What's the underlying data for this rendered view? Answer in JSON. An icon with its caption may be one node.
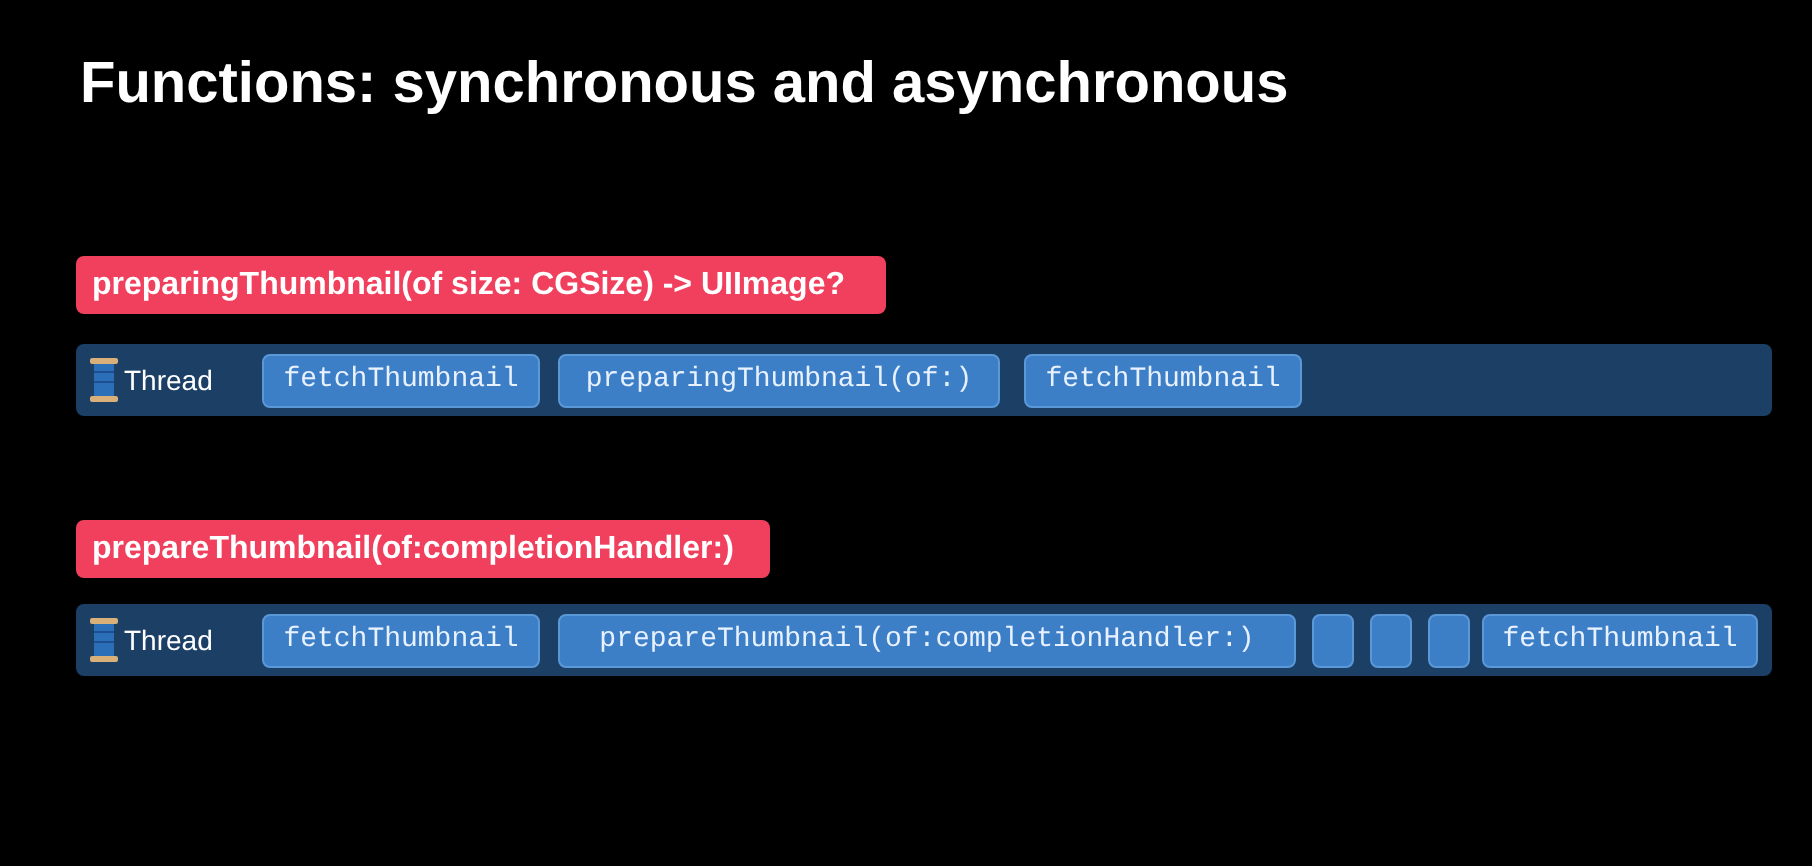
{
  "diagram": {
    "title": "Functions: synchronous and asynchronous",
    "nodes": [
      {
        "text": [
          "preparingThumbnail(of size: CGSize) -> UIImage?"
        ]
      },
      {
        "text": [
          "Thread"
        ]
      },
      {
        "text": [
          "fetchThumbnail"
        ],
        "in": 1
      },
      {
        "text": [
          "preparingThumbnail(of:)"
        ],
        "in": 1
      },
      {
        "text": [
          "fetchThumbnail"
        ],
        "in": 1
      },
      {
        "text": [
          "prepareThumbnail(of:completionHandler:)"
        ]
      },
      {
        "text": [
          "Thread"
        ]
      },
      {
        "text": [
          "fetchThumbnail"
        ],
        "in": 6
      },
      {
        "text": [
          "prepareThumbnail(of:completionHandler:)"
        ],
        "in": 6
      },
      {
        "text": [],
        "shape": "box",
        "in": 6
      },
      {
        "text": [],
        "shape": "box",
        "in": 6
      },
      {
        "text": [],
        "shape": "box",
        "in": 6
      },
      {
        "text": [
          "fetchThumbnail"
        ],
        "in": 6
      }
    ]
  }
}
